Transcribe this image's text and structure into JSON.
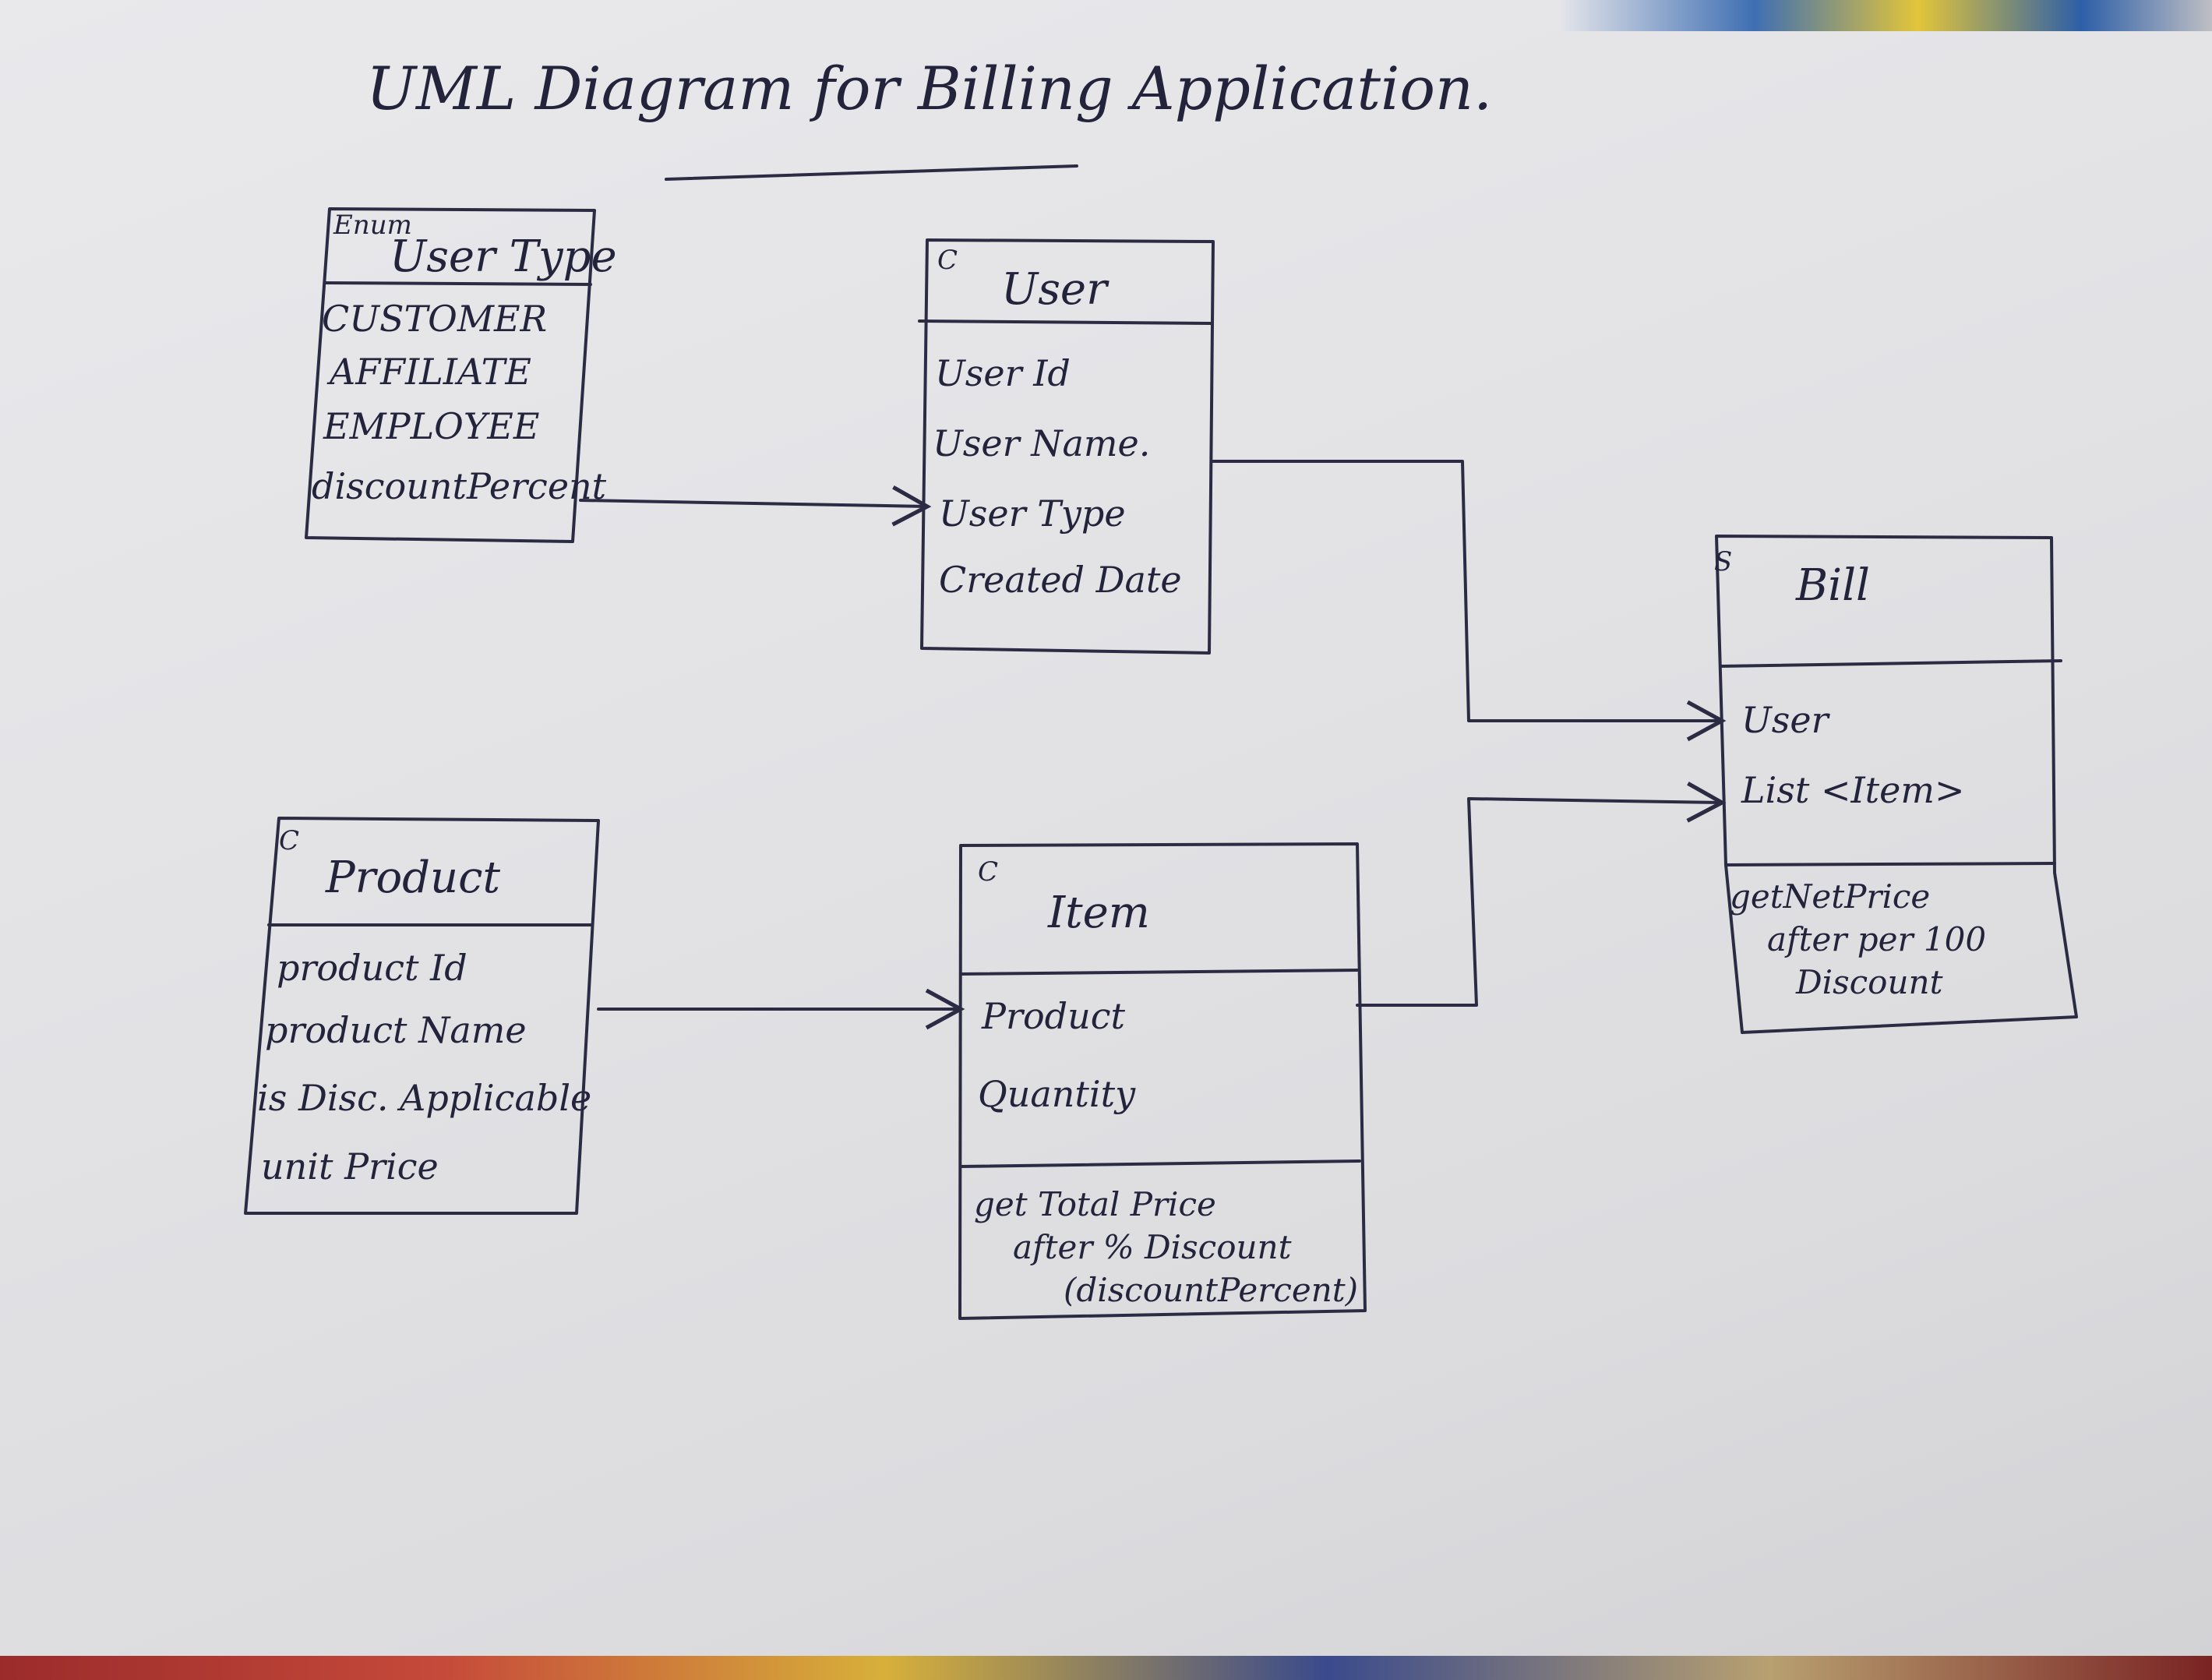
{
  "title": "UML Diagram for Billing Application.",
  "classes": {
    "usertype": {
      "stereotype": "Enum",
      "name": "User Type",
      "values": [
        "CUSTOMER",
        "AFFILIATE",
        "EMPLOYEE",
        "discountPercent"
      ]
    },
    "user": {
      "stereotype": "C",
      "name": "User",
      "attributes": [
        "User Id",
        "User Name.",
        "User Type",
        "Created Date"
      ]
    },
    "bill": {
      "stereotype": "S",
      "name": "Bill",
      "attributes": [
        "User",
        "List <Item>"
      ],
      "methods": [
        "getNetPrice",
        "after per 100",
        "Discount"
      ]
    },
    "product": {
      "stereotype": "C",
      "name": "Product",
      "attributes": [
        "product Id",
        "product Name",
        "is Disc. Applicable",
        "unit Price"
      ]
    },
    "item": {
      "stereotype": "C",
      "name": "Item",
      "attributes": [
        "Product",
        "Quantity"
      ],
      "methods": [
        "get Total Price",
        "after % Discount",
        "(discountPercent)"
      ]
    }
  },
  "colors": {
    "ink": "#2b2c44",
    "paper": "#e6e6e9"
  }
}
